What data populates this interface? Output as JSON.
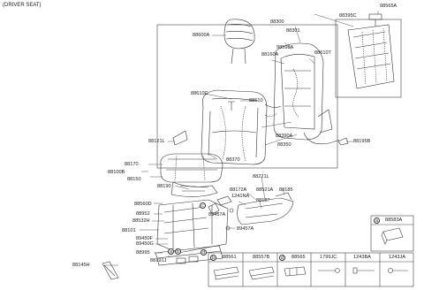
{
  "header": "(DRIVER SEAT)",
  "parts": {
    "p88600A": "88600A",
    "p88300": "88300",
    "p88301": "88301",
    "p88395C": "88395C",
    "p98565A": "98565A",
    "p98598A": "98598A",
    "p88160A": "88160A",
    "p88610T": "88610T",
    "p88610C": "88610C",
    "p88610": "88610",
    "p88390A": "88390A",
    "p88350": "88350",
    "p88195B": "88195B",
    "p88121L": "88121L",
    "p88170": "88170",
    "p88100B": "88100B",
    "p88370": "88370",
    "p88150": "88150",
    "p88190": "88190",
    "p88221L": "88221L",
    "p88172A": "88172A",
    "p88521A": "88521A",
    "p88185": "88185",
    "p1241NA": "1241NA",
    "p88187": "88187",
    "p88560D": "88560D",
    "p88952": "88952",
    "p88532H": "88532H",
    "p89457A_1": "89457A",
    "p89457A_2": "89457A",
    "p88101": "88101",
    "p89450F": "89450F",
    "p89450G": "89450G",
    "p88995": "88995",
    "p88191J": "88191J",
    "p88145H": "88145H"
  },
  "callouts": {
    "a": "a",
    "b": "b",
    "c": "c",
    "d": "d"
  },
  "table": {
    "top_cell": {
      "letter": "a",
      "part": "88583A"
    },
    "cells": [
      {
        "letter": "b",
        "part": "88561"
      },
      {
        "letter": "",
        "part": "88557B"
      },
      {
        "letter": "d",
        "part": "88565"
      },
      {
        "letter": "",
        "part": "1799JC"
      },
      {
        "letter": "",
        "part": "1243BA"
      },
      {
        "letter": "",
        "part": "1243JA"
      }
    ]
  }
}
